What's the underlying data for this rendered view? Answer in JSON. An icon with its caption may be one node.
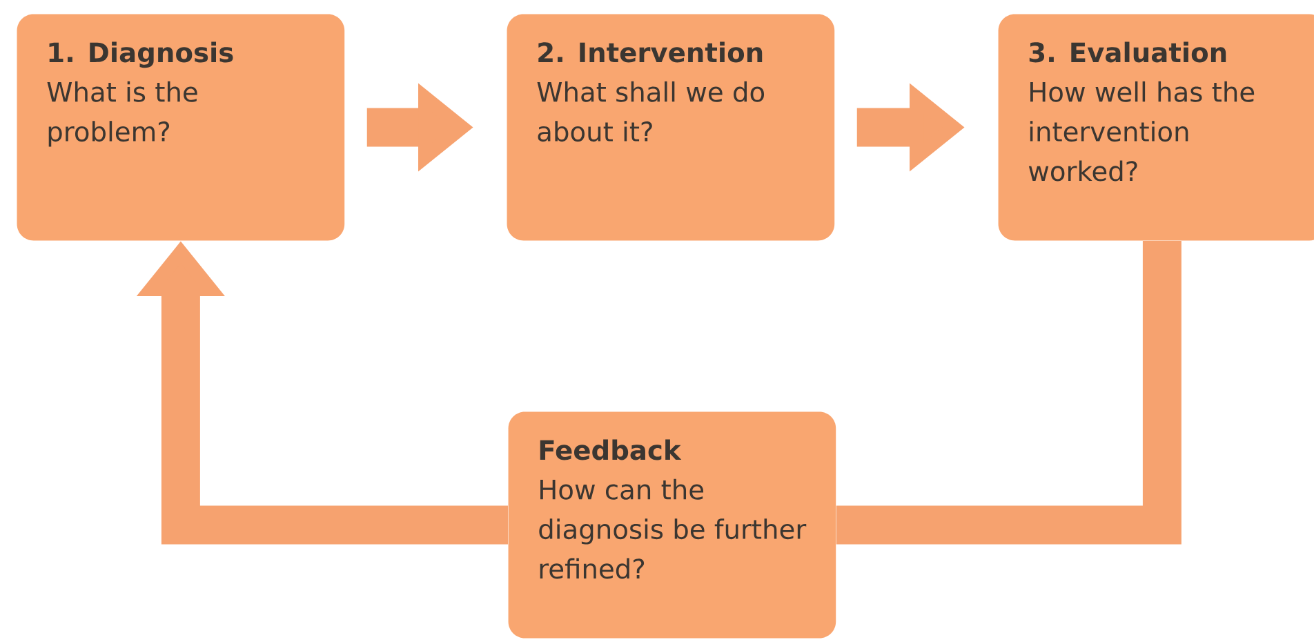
{
  "diagram": {
    "nodes": [
      {
        "text": [
          "1. Diagnosis",
          "What is the problem?"
        ]
      },
      {
        "text": [
          "2. Intervention",
          "What shall we do about it?"
        ]
      },
      {
        "text": [
          "3. Evaluation",
          "How well has the intervention worked?"
        ]
      },
      {
        "text": [
          "Feedback",
          "How can the diagnosis be further refined?"
        ]
      }
    ],
    "edges": [
      {
        "from": 0,
        "to": 1,
        "arrow": "to"
      },
      {
        "from": 1,
        "to": 2,
        "arrow": "to"
      },
      {
        "from": 2,
        "to": 3,
        "arrow": "none"
      },
      {
        "from": 3,
        "to": 0,
        "arrow": "to"
      }
    ]
  }
}
